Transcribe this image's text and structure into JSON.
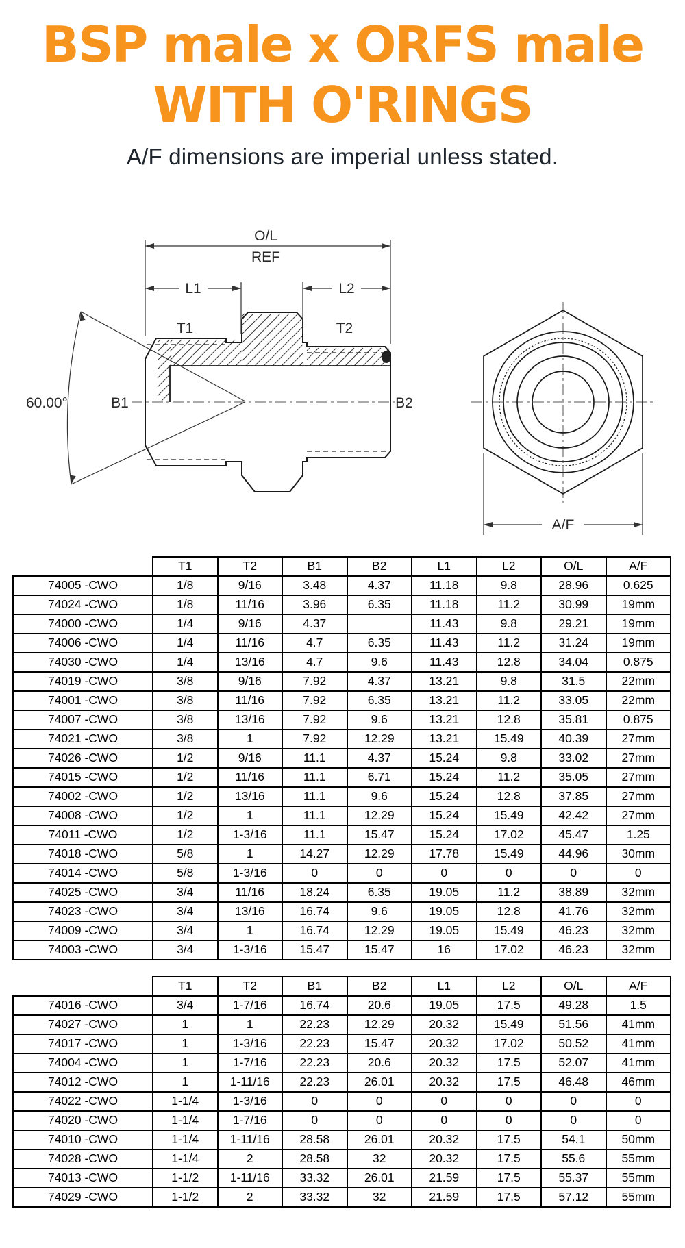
{
  "header": {
    "title_line1": "BSP male x ORFS male",
    "title_line2": "WITH O'RINGS",
    "subtitle": "A/F dimensions are imperial unless stated.",
    "title_color": "#F7941D"
  },
  "diagram": {
    "labels": {
      "ol": "O/L",
      "ref": "REF",
      "l1": "L1",
      "l2": "L2",
      "t1": "T1",
      "t2": "T2",
      "b1": "B1",
      "b2": "B2",
      "angle": "60.00°",
      "af": "A/F"
    }
  },
  "table_header": [
    "",
    "T1",
    "T2",
    "B1",
    "B2",
    "L1",
    "L2",
    "O/L",
    "A/F"
  ],
  "tables": [
    {
      "rows": [
        [
          "74005 -CWO",
          "1/8",
          "9/16",
          "3.48",
          "4.37",
          "11.18",
          "9.8",
          "28.96",
          "0.625"
        ],
        [
          "74024 -CWO",
          "1/8",
          "11/16",
          "3.96",
          "6.35",
          "11.18",
          "11.2",
          "30.99",
          "19mm"
        ],
        [
          "74000 -CWO",
          "1/4",
          "9/16",
          "4.37",
          "",
          "11.43",
          "9.8",
          "29.21",
          "19mm"
        ],
        [
          "74006 -CWO",
          "1/4",
          "11/16",
          "4.7",
          "6.35",
          "11.43",
          "11.2",
          "31.24",
          "19mm"
        ],
        [
          "74030 -CWO",
          "1/4",
          "13/16",
          "4.7",
          "9.6",
          "11.43",
          "12.8",
          "34.04",
          "0.875"
        ],
        [
          "74019 -CWO",
          "3/8",
          "9/16",
          "7.92",
          "4.37",
          "13.21",
          "9.8",
          "31.5",
          "22mm"
        ],
        [
          "74001 -CWO",
          "3/8",
          "11/16",
          "7.92",
          "6.35",
          "13.21",
          "11.2",
          "33.05",
          "22mm"
        ],
        [
          "74007 -CWO",
          "3/8",
          "13/16",
          "7.92",
          "9.6",
          "13.21",
          "12.8",
          "35.81",
          "0.875"
        ],
        [
          "74021 -CWO",
          "3/8",
          "1",
          "7.92",
          "12.29",
          "13.21",
          "15.49",
          "40.39",
          "27mm"
        ],
        [
          "74026 -CWO",
          "1/2",
          "9/16",
          "11.1",
          "4.37",
          "15.24",
          "9.8",
          "33.02",
          "27mm"
        ],
        [
          "74015 -CWO",
          "1/2",
          "11/16",
          "11.1",
          "6.71",
          "15.24",
          "11.2",
          "35.05",
          "27mm"
        ],
        [
          "74002 -CWO",
          "1/2",
          "13/16",
          "11.1",
          "9.6",
          "15.24",
          "12.8",
          "37.85",
          "27mm"
        ],
        [
          "74008 -CWO",
          "1/2",
          "1",
          "11.1",
          "12.29",
          "15.24",
          "15.49",
          "42.42",
          "27mm"
        ],
        [
          "74011 -CWO",
          "1/2",
          "1-3/16",
          "11.1",
          "15.47",
          "15.24",
          "17.02",
          "45.47",
          "1.25"
        ],
        [
          "74018 -CWO",
          "5/8",
          "1",
          "14.27",
          "12.29",
          "17.78",
          "15.49",
          "44.96",
          "30mm"
        ],
        [
          "74014 -CWO",
          "5/8",
          "1-3/16",
          "0",
          "0",
          "0",
          "0",
          "0",
          "0"
        ],
        [
          "74025 -CWO",
          "3/4",
          "11/16",
          "18.24",
          "6.35",
          "19.05",
          "11.2",
          "38.89",
          "32mm"
        ],
        [
          "74023 -CWO",
          "3/4",
          "13/16",
          "16.74",
          "9.6",
          "19.05",
          "12.8",
          "41.76",
          "32mm"
        ],
        [
          "74009 -CWO",
          "3/4",
          "1",
          "16.74",
          "12.29",
          "19.05",
          "15.49",
          "46.23",
          "32mm"
        ],
        [
          "74003 -CWO",
          "3/4",
          "1-3/16",
          "15.47",
          "15.47",
          "16",
          "17.02",
          "46.23",
          "32mm"
        ]
      ]
    },
    {
      "rows": [
        [
          "74016 -CWO",
          "3/4",
          "1-7/16",
          "16.74",
          "20.6",
          "19.05",
          "17.5",
          "49.28",
          "1.5"
        ],
        [
          "74027 -CWO",
          "1",
          "1",
          "22.23",
          "12.29",
          "20.32",
          "15.49",
          "51.56",
          "41mm"
        ],
        [
          "74017 -CWO",
          "1",
          "1-3/16",
          "22.23",
          "15.47",
          "20.32",
          "17.02",
          "50.52",
          "41mm"
        ],
        [
          "74004 -CWO",
          "1",
          "1-7/16",
          "22.23",
          "20.6",
          "20.32",
          "17.5",
          "52.07",
          "41mm"
        ],
        [
          "74012 -CWO",
          "1",
          "1-11/16",
          "22.23",
          "26.01",
          "20.32",
          "17.5",
          "46.48",
          "46mm"
        ],
        [
          "74022 -CWO",
          "1-1/4",
          "1-3/16",
          "0",
          "0",
          "0",
          "0",
          "0",
          "0"
        ],
        [
          "74020 -CWO",
          "1-1/4",
          "1-7/16",
          "0",
          "0",
          "0",
          "0",
          "0",
          "0"
        ],
        [
          "74010 -CWO",
          "1-1/4",
          "1-11/16",
          "28.58",
          "26.01",
          "20.32",
          "17.5",
          "54.1",
          "50mm"
        ],
        [
          "74028 -CWO",
          "1-1/4",
          "2",
          "28.58",
          "32",
          "20.32",
          "17.5",
          "55.6",
          "55mm"
        ],
        [
          "74013 -CWO",
          "1-1/2",
          "1-11/16",
          "33.32",
          "26.01",
          "21.59",
          "17.5",
          "55.37",
          "55mm"
        ],
        [
          "74029 -CWO",
          "1-1/2",
          "2",
          "33.32",
          "32",
          "21.59",
          "17.5",
          "57.12",
          "55mm"
        ]
      ]
    }
  ]
}
